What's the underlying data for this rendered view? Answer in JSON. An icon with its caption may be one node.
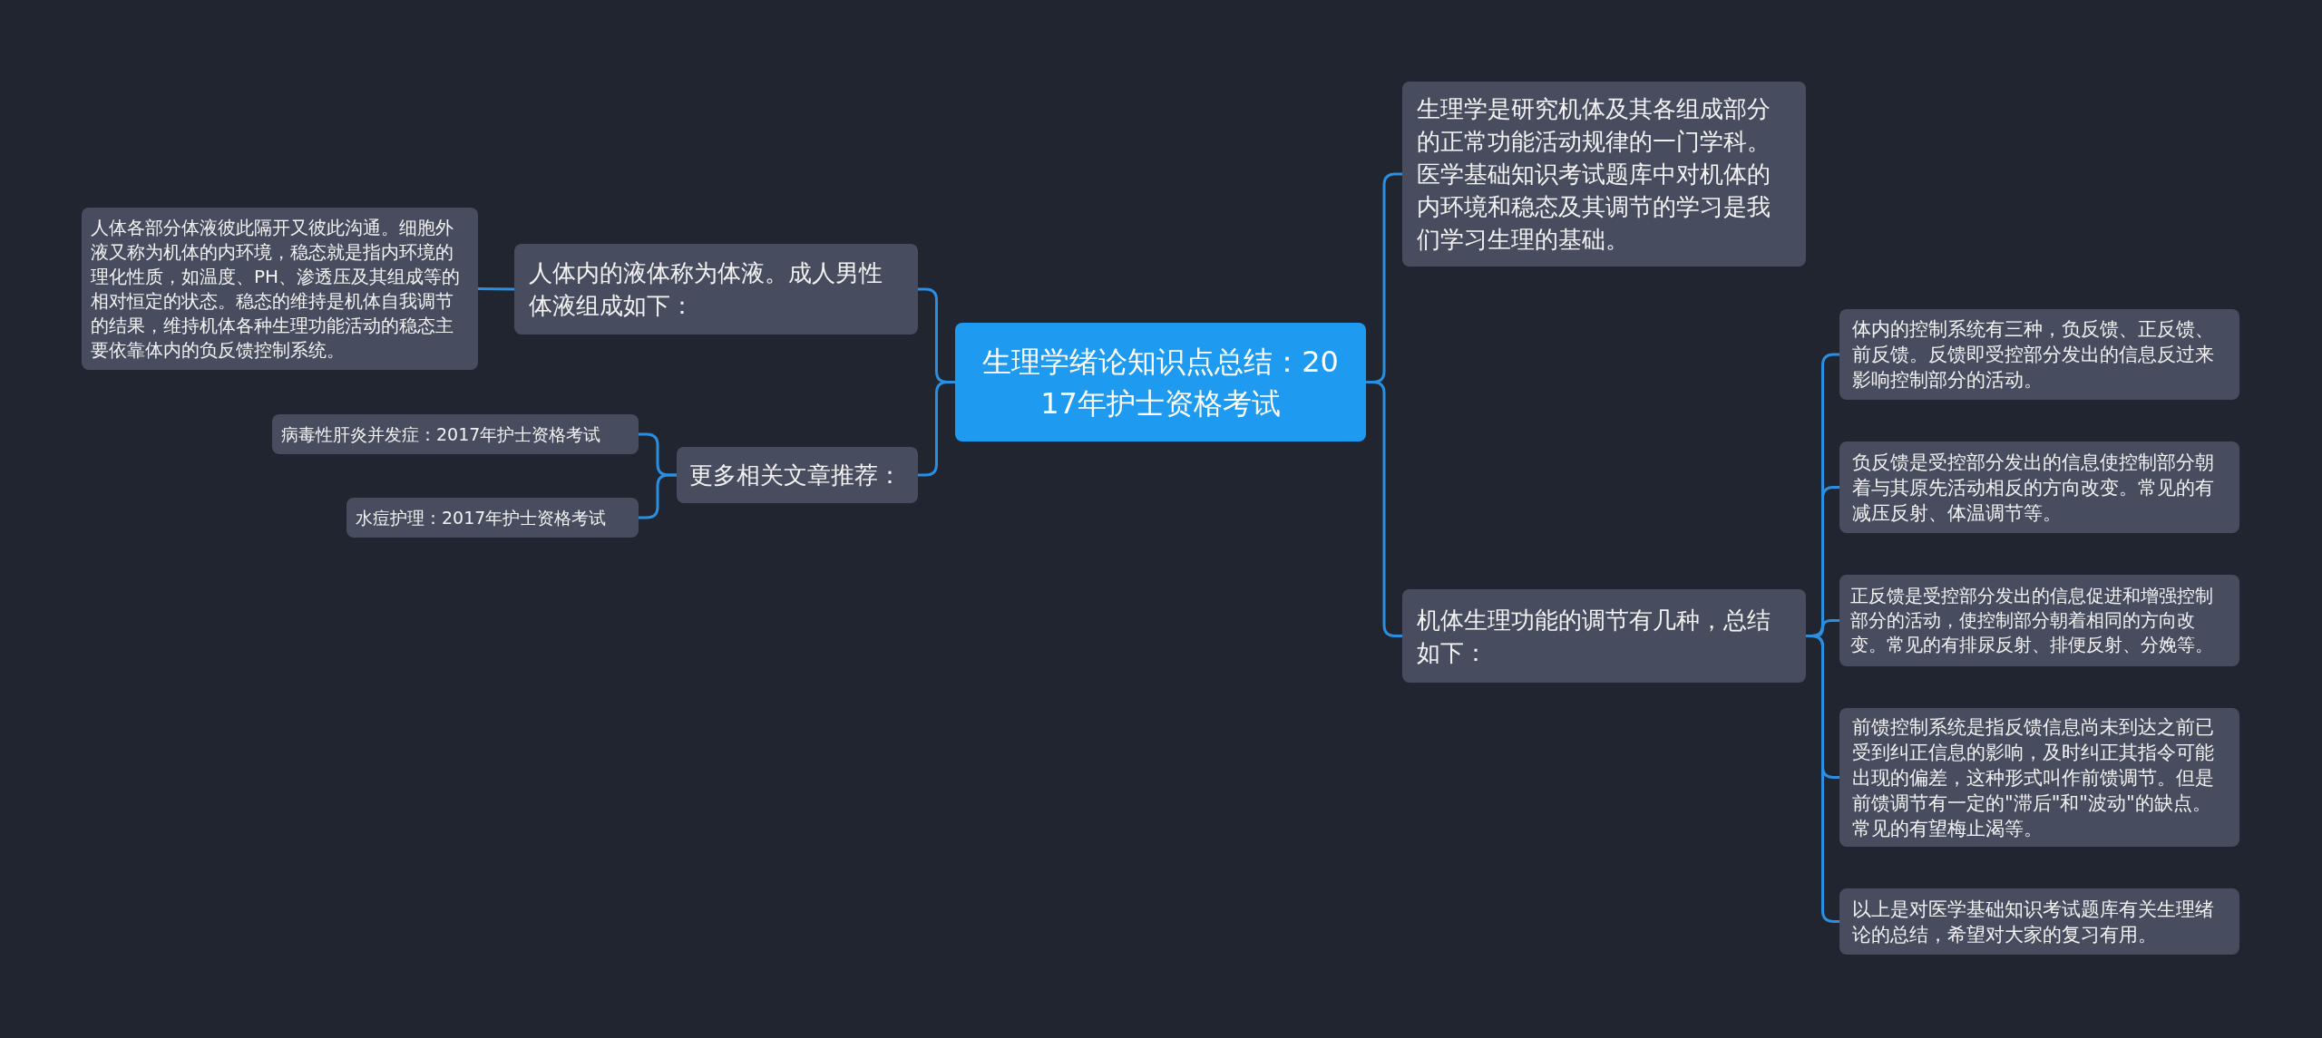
{
  "diagram": {
    "nodes": [
      {
        "text": [
          "生理学绪论知识点总结：2017年护士资格考试"
        ]
      },
      {
        "text": [
          "生理学是研究机体及其各组成部分的正常功能活动规律的一门学科。医学基础知识考试题库中对机体的内环境和稳态及其调节的学习是我们学习生理的基础。"
        ]
      },
      {
        "text": [
          "机体生理功能的调节有几种，总结如下："
        ]
      },
      {
        "text": [
          "体内的控制系统有三种，负反馈、正反馈、前反馈。反馈即受控部分发出的信息反过来影响控制部分的活动。"
        ]
      },
      {
        "text": [
          "负反馈是受控部分发出的信息使控制部分朝着与其原先活动相反的方向改变。常见的有减压反射、体温调节等。"
        ]
      },
      {
        "text": [
          "正反馈是受控部分发出的信息促进和增强控制部分的活动，使控制部分朝着相同的方向改变。常见的有排尿反射、排便反射、分娩等。"
        ]
      },
      {
        "text": [
          "前馈控制系统是指反馈信息尚未到达之前已受到纠正信息的影响，及时纠正其指令可能出现的偏差，这种形式叫作前馈调节。但是前馈调节有一定的\"滞后\"和\"波动\"的缺点。常见的有望梅止渴等。"
        ]
      },
      {
        "text": [
          "以上是对医学基础知识考试题库有关生理绪论的总结，希望对大家的复习有用。"
        ]
      },
      {
        "text": [
          "人体内的液体称为体液。成人男性体液组成如下："
        ]
      },
      {
        "text": [
          "人体各部分体液彼此隔开又彼此沟通。细胞外液又称为机体的内环境，稳态就是指内环境的理化性质，如温度、PH、渗透压及其组成等的相对恒定的状态。稳态的维持是机体自我调节的结果，维持机体各种生理功能活动的稳态主要依靠体内的负反馈控制系统。"
        ]
      },
      {
        "text": [
          "更多相关文章推荐："
        ]
      },
      {
        "text": [
          "病毒性肝炎并发症：2017年护士资格考试"
        ]
      },
      {
        "text": [
          "水痘护理：2017年护士资格考试"
        ]
      }
    ],
    "edges": [
      {
        "from": 0,
        "to": 1,
        "arrow": "none"
      },
      {
        "from": 0,
        "to": 2,
        "arrow": "none"
      },
      {
        "from": 2,
        "to": 3,
        "arrow": "none"
      },
      {
        "from": 2,
        "to": 4,
        "arrow": "none"
      },
      {
        "from": 2,
        "to": 5,
        "arrow": "none"
      },
      {
        "from": 2,
        "to": 6,
        "arrow": "none"
      },
      {
        "from": 2,
        "to": 7,
        "arrow": "none"
      },
      {
        "from": 0,
        "to": 8,
        "arrow": "none"
      },
      {
        "from": 8,
        "to": 9,
        "arrow": "none"
      },
      {
        "from": 0,
        "to": 10,
        "arrow": "none"
      },
      {
        "from": 10,
        "to": 11,
        "arrow": "none"
      },
      {
        "from": 10,
        "to": 12,
        "arrow": "none"
      }
    ]
  }
}
